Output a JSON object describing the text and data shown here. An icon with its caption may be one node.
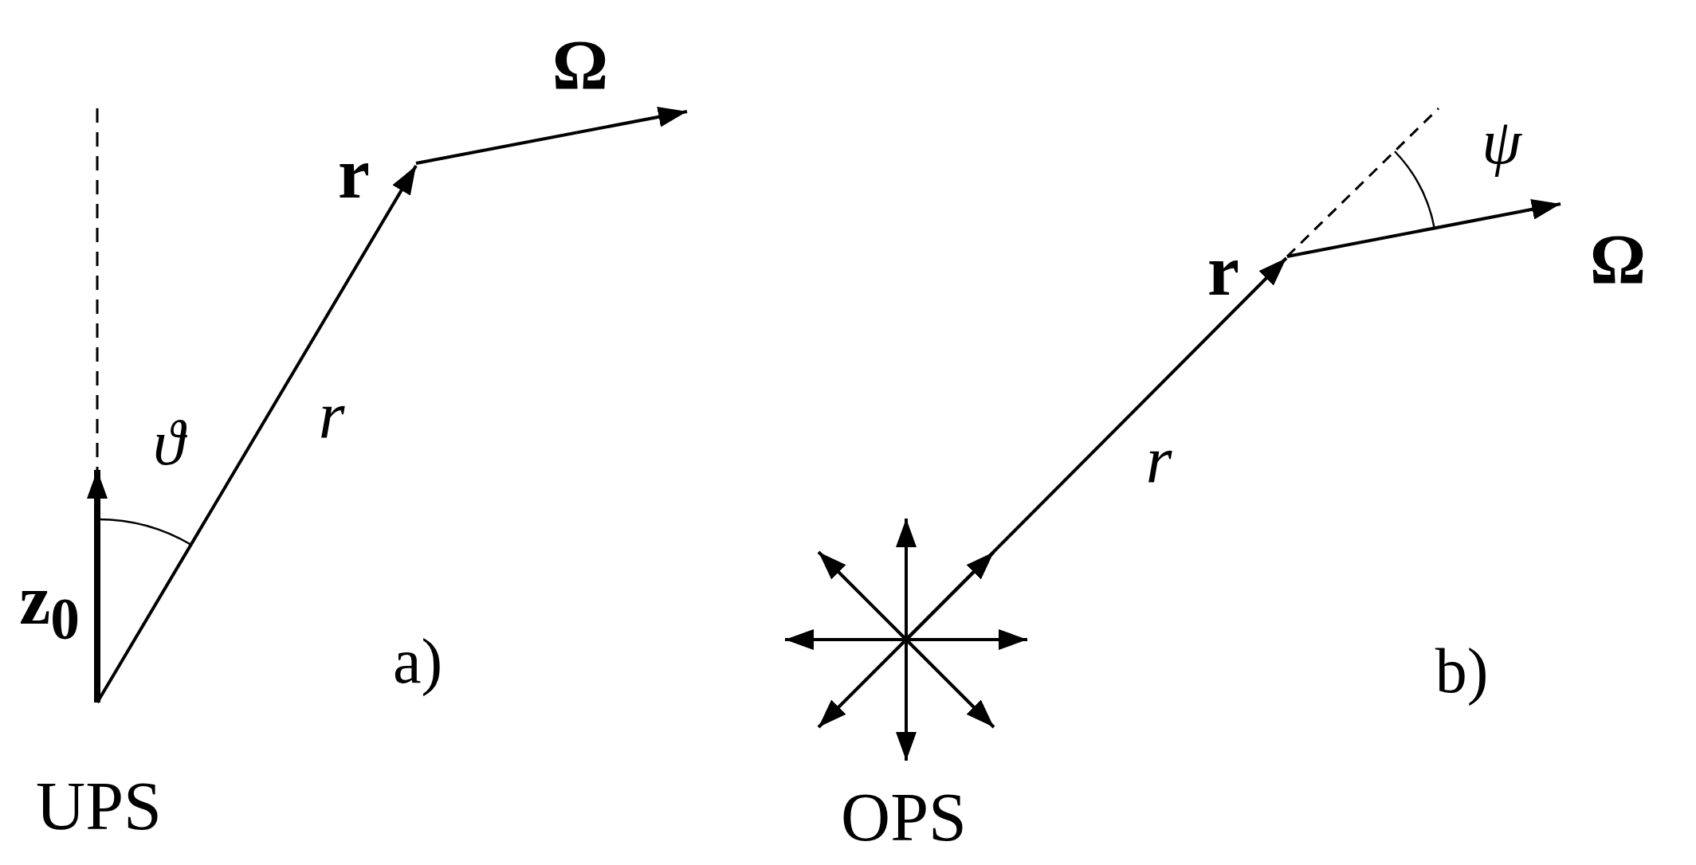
{
  "diagram": {
    "labels": [
      "Ω",
      "ψ",
      "r",
      "Ω",
      "r",
      "ϑ",
      "r",
      "r",
      "z$_{0}$",
      "a)",
      "b)",
      "UPS",
      "OPS"
    ]
  }
}
